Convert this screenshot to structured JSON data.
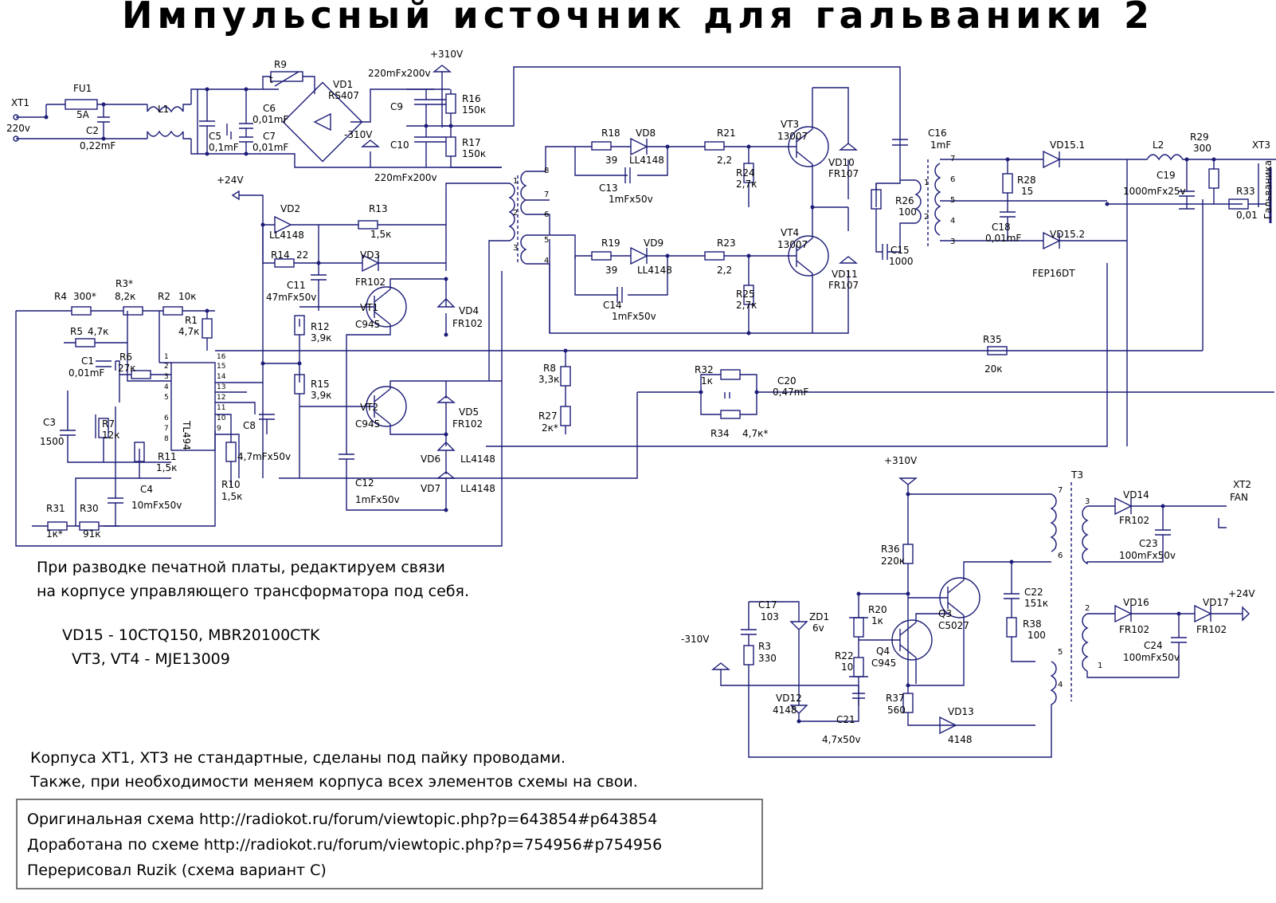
{
  "title": "Импульсный источник для гальваники 2",
  "rails": {
    "p310": "+310V",
    "n310": "-310V",
    "p24": "+24V"
  },
  "components": {
    "xt1": "XT1",
    "xt1_v": "220v",
    "fu1": "FU1",
    "fu1_v": "5A",
    "c2": "C2",
    "c2_v": "0,22mF",
    "l1": "L1",
    "c5": "C5",
    "c5_v": "0,1mF",
    "c6": "C6",
    "c6_v": "0,01mF",
    "c7": "C7",
    "c7_v": "0,01mF",
    "r9": "R9",
    "r9_t": "t",
    "vd1": "VD1",
    "vd1_v": "RS407",
    "c9": "C9",
    "c10": "C10",
    "c9_v": "220mFx200v",
    "c10_v": "220mFx200v",
    "r16": "R16",
    "r16_v": "150к",
    "r17": "R17",
    "r17_v": "150к",
    "r18": "R18",
    "r18_v": "39",
    "vd8": "VD8",
    "vd8_v": "LL4148",
    "c13": "C13",
    "c13_v": "1mFx50v",
    "r21": "R21",
    "r21_v": "2,2",
    "r24": "R24",
    "r24_v": "2,7к",
    "vt3": "VT3",
    "vt3_v": "13007",
    "vd10": "VD10",
    "vd10_v": "FR107",
    "c16": "C16",
    "c16_v": "1mF",
    "r26": "R26",
    "r26_v": "100",
    "c15": "C15",
    "c15_v": "1000",
    "r19": "R19",
    "r19_v": "39",
    "vd9": "VD9",
    "vd9_v": "LL4148",
    "c14": "C14",
    "c14_v": "1mFx50v",
    "r23": "R23",
    "r23_v": "2,2",
    "r25": "R25",
    "r25_v": "2,7к",
    "vt4": "VT4",
    "vt4_v": "13007",
    "vd11": "VD11",
    "vd11_v": "FR107",
    "vd15_1": "VD15.1",
    "vd15_2": "VD15.2",
    "fep": "FEP16DT",
    "l2": "L2",
    "r29": "R29",
    "r29_v": "300",
    "r28": "R28",
    "r28_v": "15",
    "c18": "C18",
    "c18_v": "0,01mF",
    "c19": "C19",
    "c19_v": "1000mFx25v",
    "r33": "R33",
    "r33_v": "0,01",
    "xt3": "XT3",
    "galv": "Гальваника",
    "vd2": "VD2",
    "vd2_v": "LL4148",
    "r13": "R13",
    "r13_v": "1,5к",
    "r14": "R14",
    "r14_v": "22",
    "vd3": "VD3",
    "vd3_v": "FR102",
    "c11": "C11",
    "c11_v": "47mFx50v",
    "r4": "R4",
    "r4_v": "300*",
    "r3": "R3*",
    "r3_v": "8,2к",
    "r2": "R2",
    "r2_v": "10к",
    "r1": "R1",
    "r1_v": "4,7к",
    "r5": "R5",
    "r5_v": "4,7к",
    "c1": "C1",
    "c1_v": "0,01mF",
    "r6": "R6",
    "r6_v": "27к",
    "tl494": "TL494",
    "c3": "C3",
    "c3_v": "1500",
    "r7": "R7",
    "r7_v": "12к",
    "r11": "R11",
    "r11_v": "1,5к",
    "r10": "R10",
    "r10_v": "1,5к",
    "c8": "C8",
    "c8_v": "4,7mFx50v",
    "c4": "C4",
    "c4_v": "10mFx50v",
    "r31": "R31",
    "r31_v": "1к*",
    "r30": "R30",
    "r30_v": "91к",
    "r12": "R12",
    "r12_v": "3,9к",
    "r15": "R15",
    "r15_v": "3,9к",
    "vt1": "VT1",
    "vt1_v": "C945",
    "vt2": "VT2",
    "vt2_v": "C945",
    "vd4": "VD4",
    "vd4_v": "FR102",
    "vd5": "VD5",
    "vd5_v": "FR102",
    "vd6": "VD6",
    "vd6_v": "LL4148",
    "vd7": "VD7",
    "vd7_v": "LL4148",
    "c12": "C12",
    "c12_v": "1mFx50v",
    "r8": "R8",
    "r8_v": "3,3к",
    "r27": "R27",
    "r27_v": "2к*",
    "r32": "R32",
    "r32_v": "1к",
    "c20": "C20",
    "c20_v": "0,47mF",
    "r34": "R34",
    "r34_v": "4,7к*",
    "r35": "R35",
    "r35_v": "20к",
    "t3": "T3",
    "xt2": "XT2",
    "xt2_v": "FAN",
    "vd14": "VD14",
    "vd14_v": "FR102",
    "c23": "C23",
    "c23_v": "100mFx50v",
    "vd16": "VD16",
    "vd16_v": "FR102",
    "vd17": "VD17",
    "vd17_v": "FR102",
    "c24": "C24",
    "c24_v": "100mFx50v",
    "r36": "R36",
    "r36_v": "220к",
    "c22": "C22",
    "c22_v": "151к",
    "r38": "R38",
    "r38_v": "100",
    "q3": "Q3",
    "q3_v": "C5027",
    "q4": "Q4",
    "q4_v": "C945",
    "r20": "R20",
    "r20_v": "1к",
    "r22": "R22",
    "r22_v": "10",
    "c17": "C17",
    "c17_v": "103",
    "zd1": "ZD1",
    "zd1_v": "6v",
    "r3b": "R3",
    "r3b_v": "330",
    "vd12": "VD12",
    "vd12_v": "4148",
    "c21": "C21",
    "c21_v": "4,7x50v",
    "r37": "R37",
    "r37_v": "560",
    "vd13": "VD13",
    "vd13_v": "4148"
  },
  "pins": {
    "tl": [
      "1",
      "2",
      "3",
      "4",
      "5",
      "6",
      "7",
      "8",
      "16",
      "15",
      "14",
      "13",
      "12",
      "11",
      "10",
      "9"
    ],
    "t1": [
      "1",
      "2",
      "3",
      "8",
      "7",
      "6",
      "5",
      "4"
    ],
    "t2": [
      "1",
      "2",
      "7",
      "6",
      "5",
      "4",
      "3"
    ],
    "t3": [
      "7",
      "6",
      "5",
      "4",
      "3",
      "2",
      "1"
    ]
  },
  "notes": {
    "layout_line1": "При разводке печатной платы, редактируем связи",
    "layout_line2": "на корпусе управляющего трансформатора под себя.",
    "sub_line1": "VD15 - 10CTQ150, MBR20100CTK",
    "sub_line2": "VT3, VT4 - MJE13009",
    "case_line1": "Корпуса XT1, XT3 не стандартные, сделаны под пайку проводами.",
    "case_line2": "Также, при необходимости меняем корпуса всех элементов схемы на свои."
  },
  "info": {
    "line1": "Оригинальная схема http://radiokot.ru/forum/viewtopic.php?p=643854#p643854",
    "line2": "Доработана по схеме http://radiokot.ru/forum/viewtopic.php?p=754956#p754956",
    "line3": "Перерисовал Ruzik (схема вариант С)"
  }
}
